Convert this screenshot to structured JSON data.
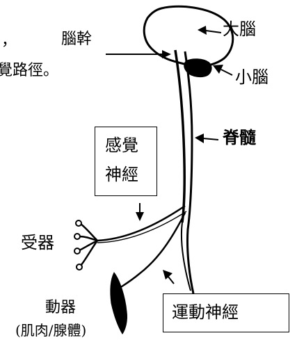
{
  "fragment": {
    "comma": "，",
    "line": "覺路徑。"
  },
  "labels": {
    "brainstem": "腦幹",
    "cerebrum": "大腦",
    "cerebellum": "小腦",
    "spinal_cord": "脊髓",
    "sensory_nerve_line1": "感覺",
    "sensory_nerve_line2": "神經",
    "receptor": "受器",
    "effector_line1": "動器",
    "effector_line2": "(肌肉/腺體)",
    "motor_nerve": "運動神經"
  },
  "colors": {
    "ink": "#000000",
    "background": "#ffffff"
  }
}
